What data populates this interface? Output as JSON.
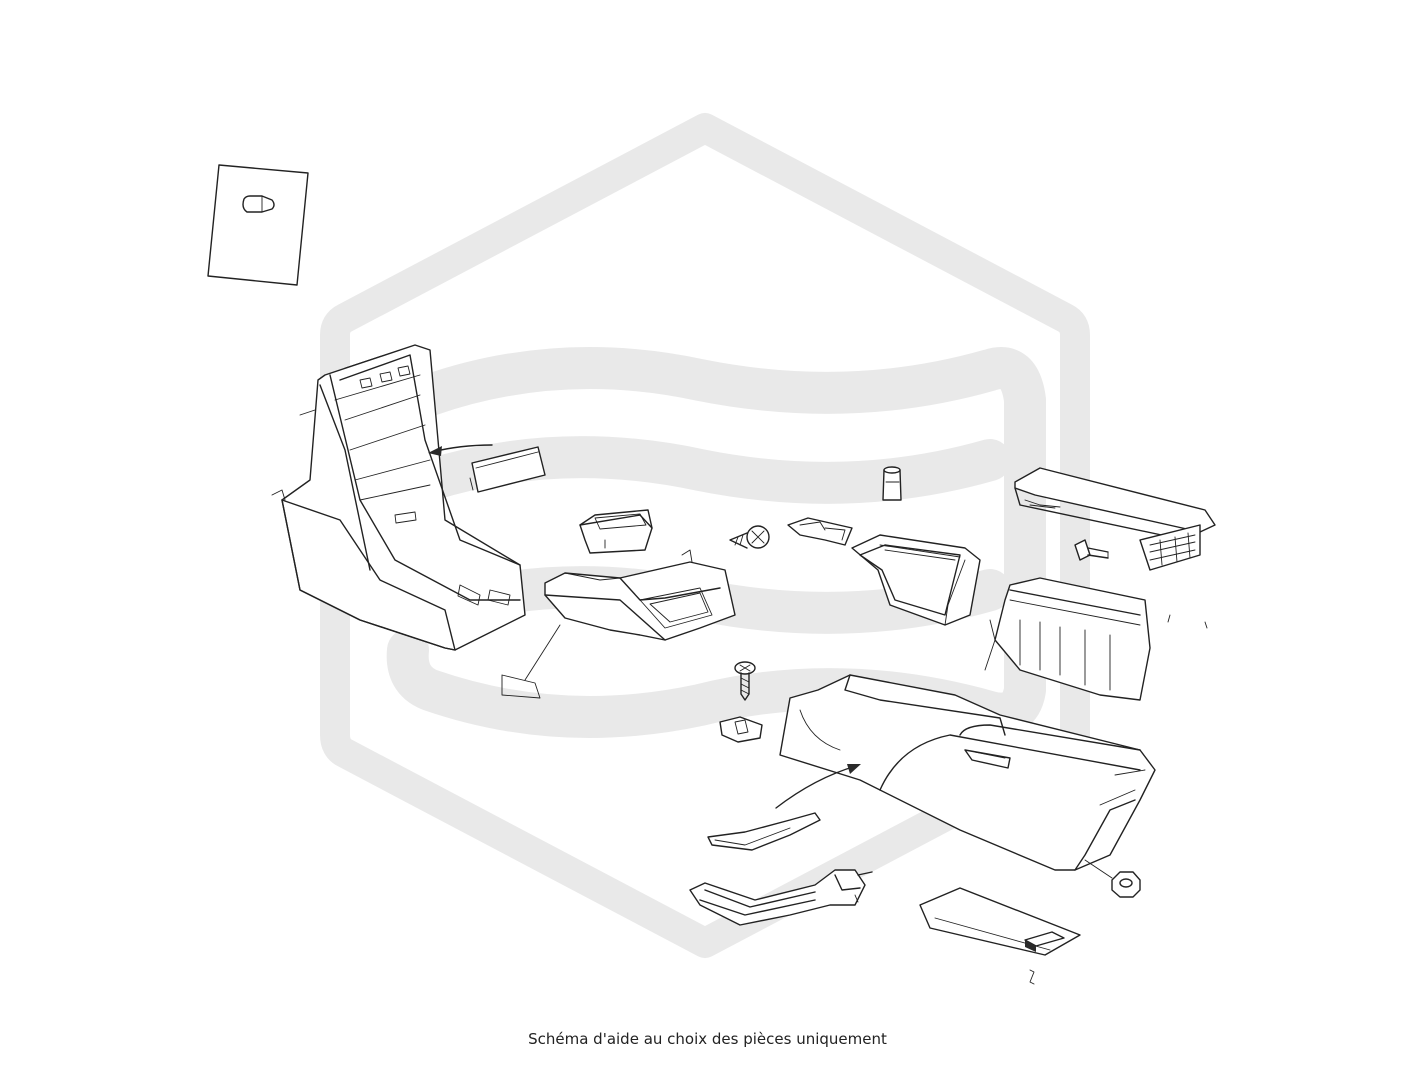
{
  "caption": "Schéma d'aide au choix des pièces uniquement",
  "colors": {
    "line": "#222222",
    "watermark": "#e9e9e9",
    "background": "#ffffff"
  },
  "parts": [
    "bulb-card",
    "front-console-frame",
    "blanking-plate",
    "small-tray",
    "gear-shift-surround",
    "screw",
    "cup-holder-insert",
    "plug",
    "storage-bin",
    "armrest-lid",
    "switch-pack",
    "bolt",
    "rear-console",
    "tapping-screw",
    "clip-nut",
    "trim-strip",
    "parking-brake-lever",
    "nut",
    "heat-shield-mat",
    "label-tag"
  ]
}
